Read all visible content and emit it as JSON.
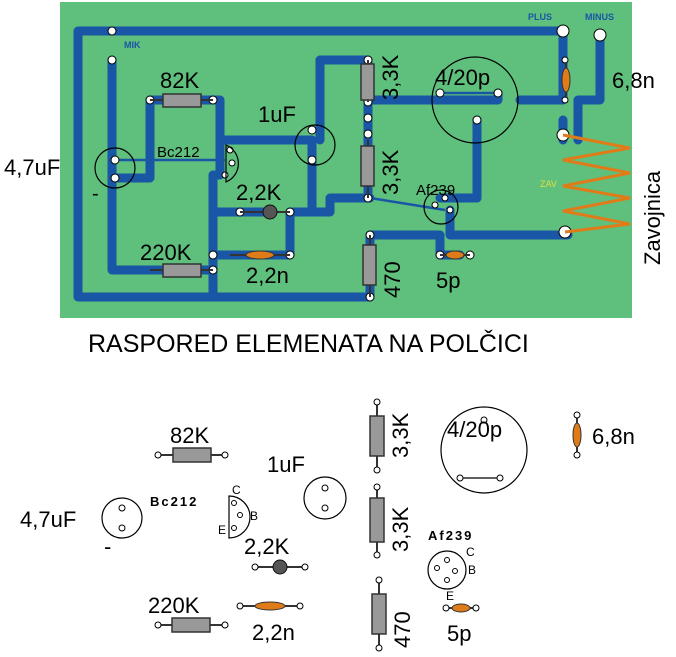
{
  "title": "RASPORED ELEMENATA NA POLČICI",
  "board": {
    "colors": {
      "pcb": "#5fbf7c",
      "track": "#1a56a6",
      "capacitor": "#e07b1a",
      "resistor": "#999999"
    },
    "labels": {
      "plus": "PLUS",
      "minus": "MINUS",
      "mik": "MIK",
      "zav": "ZAV",
      "c_47uf": "4,7uF",
      "r_82k": "82K",
      "t_bc212": "Bc212",
      "c_1uf": "1uF",
      "r_33k_top": "3,3K",
      "r_33k_mid": "3,3K",
      "c_420p": "4/20p",
      "c_68n": "6,8n",
      "zavojnica": "Zavojnica",
      "t_af239": "Af239",
      "c_22k": "2,2K",
      "r_220k": "220K",
      "c_22n": "2,2n",
      "r_470": "470",
      "c_5p": "5p",
      "minus_sign": "-"
    }
  },
  "parts": {
    "r_82k": "82K",
    "c_47uf": "4,7uF",
    "t_bc212": "Bc212",
    "bc212_c": "C",
    "bc212_b": "B",
    "bc212_e": "E",
    "c_1uf": "1uF",
    "c_22k": "2,2K",
    "r_220k": "220K",
    "c_22n": "2,2n",
    "r_33k_a": "3,3K",
    "r_33k_b": "3,3K",
    "r_470": "470",
    "c_420p": "4/20p",
    "c_68n": "6,8n",
    "t_af239": "Af239",
    "af239_c": "C",
    "af239_b": "B",
    "af239_e": "E",
    "c_5p": "5p",
    "minus_sign": "-"
  }
}
